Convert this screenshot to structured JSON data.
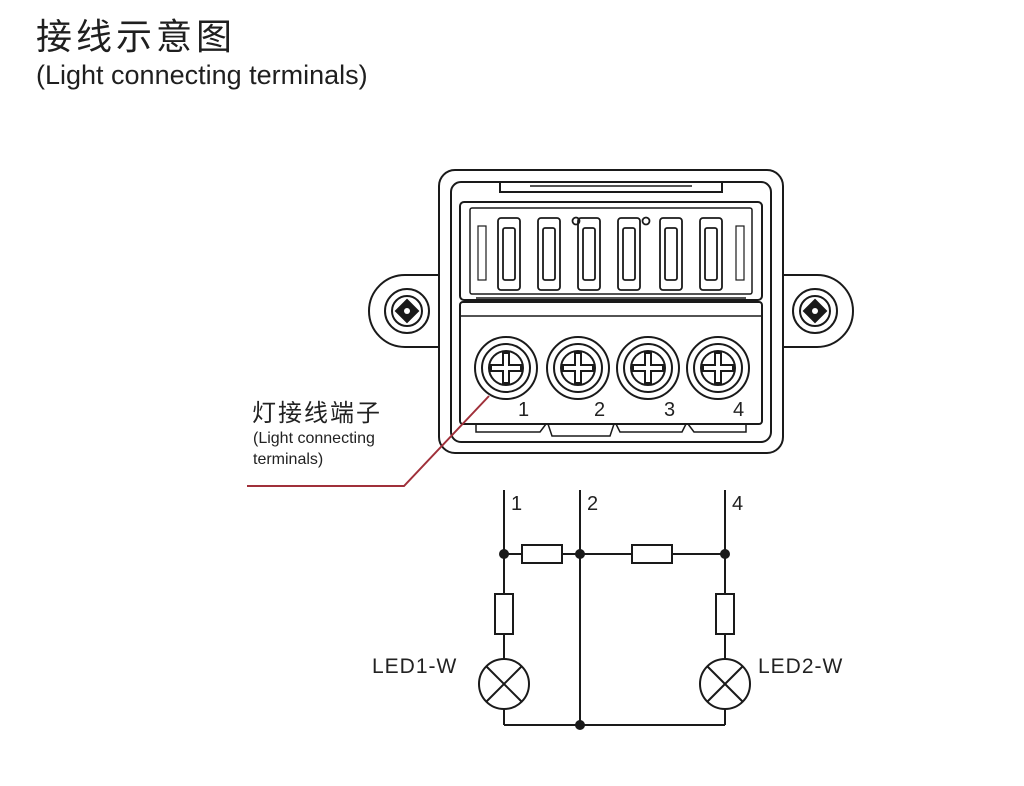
{
  "header": {
    "title_cn": "接线示意图",
    "title_en": "(Light connecting terminals)"
  },
  "callout": {
    "label_cn": "灯接线端子",
    "label_en_line1": "(Light connecting",
    "label_en_line2": "terminals)",
    "line_color": "#a0303a"
  },
  "terminal_block": {
    "terminal_numbers": [
      "1",
      "2",
      "3",
      "4"
    ]
  },
  "circuit": {
    "wire_labels": [
      "1",
      "2",
      "4"
    ],
    "led_labels": [
      "LED1-W",
      "LED2-W"
    ]
  },
  "colors": {
    "stroke": "#1a1a1a",
    "background": "#ffffff"
  }
}
